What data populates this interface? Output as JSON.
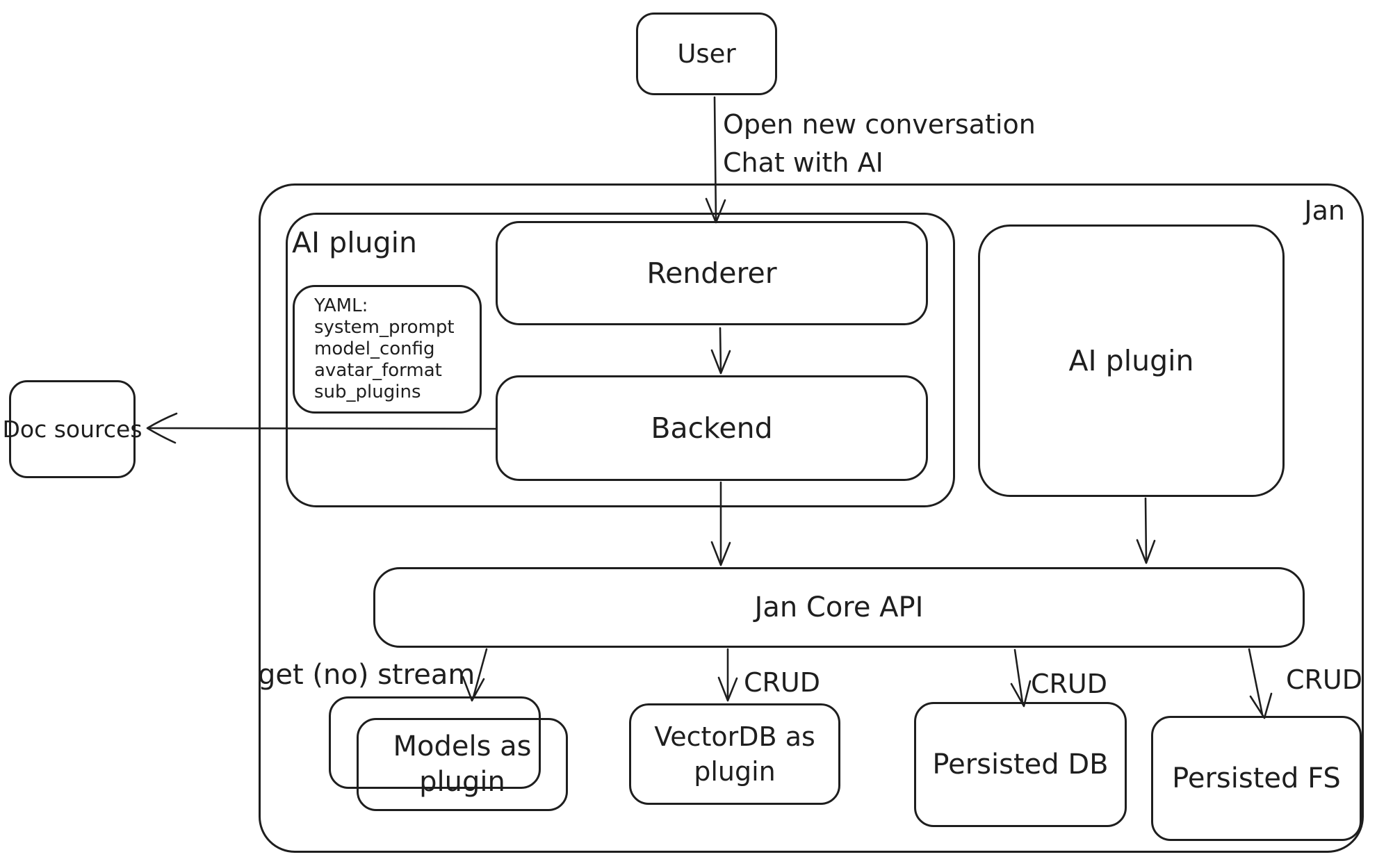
{
  "colors": {
    "stroke": "#1e1e1e",
    "background": "#ffffff"
  },
  "nodes": {
    "user": {
      "label": "User"
    },
    "jan_container": {
      "label": "Jan"
    },
    "ai_plugin_container": {
      "label": "AI plugin"
    },
    "yaml_note": {
      "lines": [
        "YAML:",
        "system_prompt",
        "model_config",
        "avatar_format",
        "sub_plugins"
      ]
    },
    "renderer": {
      "label": "Renderer"
    },
    "backend": {
      "label": "Backend"
    },
    "doc_sources": {
      "label": "Doc sources"
    },
    "ai_plugin_right": {
      "label": "AI plugin"
    },
    "jan_core_api": {
      "label": "Jan Core API"
    },
    "models": {
      "label": "Models as plugin"
    },
    "vectordb": {
      "label": "VectorDB as plugin"
    },
    "persisted_db": {
      "label": "Persisted DB"
    },
    "persisted_fs": {
      "label": "Persisted FS"
    }
  },
  "edges": {
    "user_to_renderer": {
      "label_line1": "Open new conversation",
      "label_line2": "Chat with AI"
    },
    "core_to_models": {
      "label": "get (no) stream"
    },
    "core_to_vectordb": {
      "label": "CRUD"
    },
    "core_to_persisted_db": {
      "label": "CRUD"
    },
    "core_to_persisted_fs": {
      "label": "CRUD"
    }
  }
}
